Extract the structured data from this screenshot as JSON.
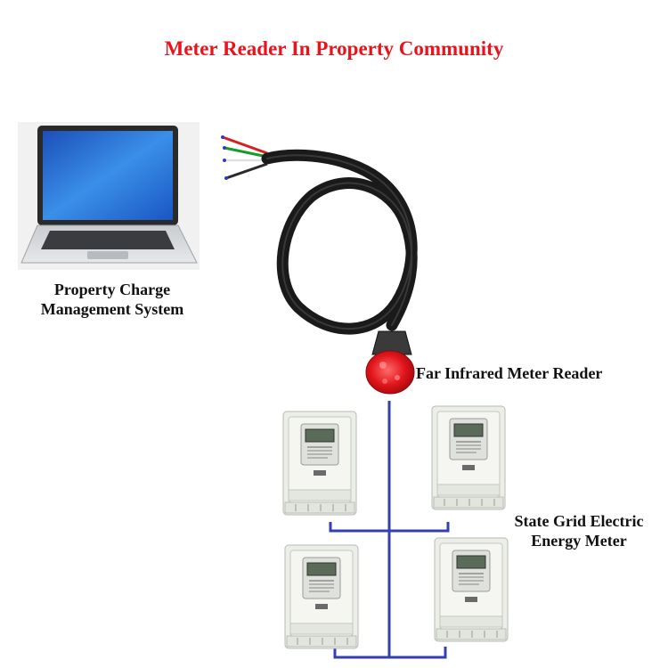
{
  "title": "Meter Reader In Property Community",
  "labels": {
    "system_line1": "Property Charge",
    "system_line2": "Management System",
    "reader": "Far Infrared Meter Reader",
    "meter_line1": "State Grid Electric",
    "meter_line2": "Energy Meter"
  },
  "colors": {
    "title": "#e8141c",
    "bus_line": "#3340b0",
    "reader_head": "#e0141a",
    "cable": "#1a1a1a",
    "meter_body": "#eceee8",
    "laptop_screen": "#2f7fe0"
  },
  "icons": {
    "laptop": "laptop-icon",
    "cable": "infrared-cable-icon",
    "meter": "electric-meter-icon"
  }
}
